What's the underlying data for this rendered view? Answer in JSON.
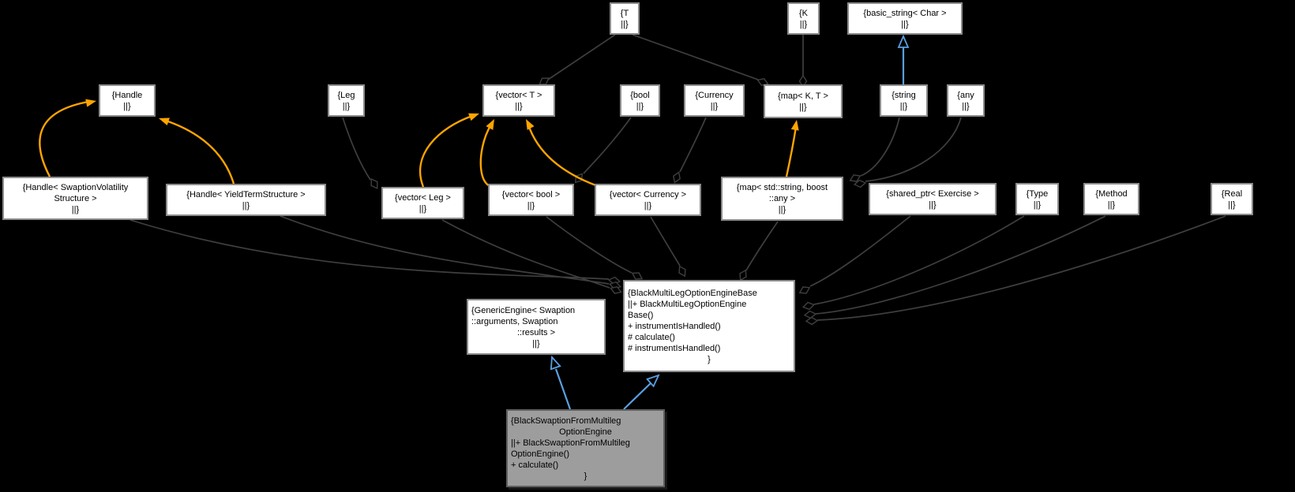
{
  "diagram": {
    "kind": "doxygen-collaboration-graph",
    "background": "#000000",
    "colors": {
      "node_fill": "#ffffff",
      "node_border": "#8c8c8c",
      "highlight_node_fill": "#9d9d9d",
      "highlight_node_border": "#5f5f5f",
      "aggregation_edge": "#3f3f3f",
      "template_edge": "#ffa500",
      "inheritance_edge": "#5b9fe0",
      "text": "#000000"
    },
    "nodes": {
      "t": {
        "lines": [
          "{T",
          "||}"
        ]
      },
      "k": {
        "lines": [
          "{K",
          "||}"
        ]
      },
      "basic_string": {
        "lines": [
          "{basic_string< Char >",
          "||}"
        ]
      },
      "handle": {
        "lines": [
          "{Handle",
          "||}"
        ]
      },
      "leg": {
        "lines": [
          "{Leg",
          "||}"
        ]
      },
      "vector_t": {
        "lines": [
          "{vector< T >",
          "||}"
        ]
      },
      "bool": {
        "lines": [
          "{bool",
          "||}"
        ]
      },
      "currency": {
        "lines": [
          "{Currency",
          "||}"
        ]
      },
      "map_kt": {
        "lines": [
          "{map< K, T >",
          "||}"
        ]
      },
      "string": {
        "lines": [
          "{string",
          "||}"
        ]
      },
      "any": {
        "lines": [
          "{any",
          "||}"
        ]
      },
      "handle_swaption_vol": {
        "lines": [
          "{Handle< SwaptionVolatility",
          "Structure >",
          "||}"
        ]
      },
      "handle_yield_term": {
        "lines": [
          "{Handle< YieldTermStructure >",
          "||}"
        ]
      },
      "vector_leg": {
        "lines": [
          "{vector< Leg >",
          "||}"
        ]
      },
      "vector_bool": {
        "lines": [
          "{vector< bool >",
          "||}"
        ]
      },
      "vector_currency": {
        "lines": [
          "{vector< Currency >",
          "||}"
        ]
      },
      "map_string_any": {
        "lines": [
          "{map< std::string, boost",
          "::any >",
          "||}"
        ]
      },
      "shared_ptr_exercise": {
        "lines": [
          "{shared_ptr< Exercise >",
          "||}"
        ]
      },
      "type": {
        "lines": [
          "{Type",
          "||}"
        ]
      },
      "method": {
        "lines": [
          "{Method",
          "||}"
        ]
      },
      "real": {
        "lines": [
          "{Real",
          "||}"
        ]
      },
      "generic_engine": {
        "lines": [
          "{GenericEngine< Swaption",
          "::arguments, Swaption",
          "::results >",
          "||}"
        ]
      },
      "black_multileg_base": {
        "lines": [
          "{BlackMultiLegOptionEngineBase",
          "||+ BlackMultiLegOptionEngine",
          "Base()",
          "+ instrumentIsHandled()",
          "# calculate()",
          "# instrumentIsHandled()",
          "}"
        ]
      },
      "black_swaption_derived": {
        "lines": [
          "{BlackSwaptionFromMultileg",
          "OptionEngine",
          "||+ BlackSwaptionFromMultileg",
          "OptionEngine()",
          "+ calculate()",
          "}"
        ]
      }
    },
    "edges": [
      {
        "from": "t",
        "to": "vector_t",
        "type": "aggregation"
      },
      {
        "from": "t",
        "to": "map_kt",
        "type": "aggregation"
      },
      {
        "from": "k",
        "to": "map_kt",
        "type": "aggregation"
      },
      {
        "from": "leg",
        "to": "vector_leg",
        "type": "aggregation"
      },
      {
        "from": "bool",
        "to": "vector_bool",
        "type": "aggregation"
      },
      {
        "from": "currency",
        "to": "vector_currency",
        "type": "aggregation"
      },
      {
        "from": "string",
        "to": "map_string_any",
        "type": "aggregation"
      },
      {
        "from": "any",
        "to": "map_string_any",
        "type": "aggregation"
      },
      {
        "from": "string",
        "to": "basic_string",
        "type": "inheritance"
      },
      {
        "from": "handle_swaption_vol",
        "to": "handle",
        "type": "template-instantiation"
      },
      {
        "from": "handle_yield_term",
        "to": "handle",
        "type": "template-instantiation"
      },
      {
        "from": "vector_leg",
        "to": "vector_t",
        "type": "template-instantiation"
      },
      {
        "from": "vector_bool",
        "to": "vector_t",
        "type": "template-instantiation"
      },
      {
        "from": "vector_currency",
        "to": "vector_t",
        "type": "template-instantiation"
      },
      {
        "from": "map_string_any",
        "to": "map_kt",
        "type": "template-instantiation"
      },
      {
        "from": "handle_swaption_vol",
        "to": "black_multileg_base",
        "type": "aggregation"
      },
      {
        "from": "handle_yield_term",
        "to": "black_multileg_base",
        "type": "aggregation"
      },
      {
        "from": "vector_leg",
        "to": "black_multileg_base",
        "type": "aggregation"
      },
      {
        "from": "vector_bool",
        "to": "black_multileg_base",
        "type": "aggregation"
      },
      {
        "from": "vector_currency",
        "to": "black_multileg_base",
        "type": "aggregation"
      },
      {
        "from": "map_string_any",
        "to": "black_multileg_base",
        "type": "aggregation"
      },
      {
        "from": "shared_ptr_exercise",
        "to": "black_multileg_base",
        "type": "aggregation"
      },
      {
        "from": "type",
        "to": "black_multileg_base",
        "type": "aggregation"
      },
      {
        "from": "method",
        "to": "black_multileg_base",
        "type": "aggregation"
      },
      {
        "from": "real",
        "to": "black_multileg_base",
        "type": "aggregation"
      },
      {
        "from": "black_swaption_derived",
        "to": "generic_engine",
        "type": "inheritance"
      },
      {
        "from": "black_swaption_derived",
        "to": "black_multileg_base",
        "type": "inheritance"
      }
    ]
  }
}
